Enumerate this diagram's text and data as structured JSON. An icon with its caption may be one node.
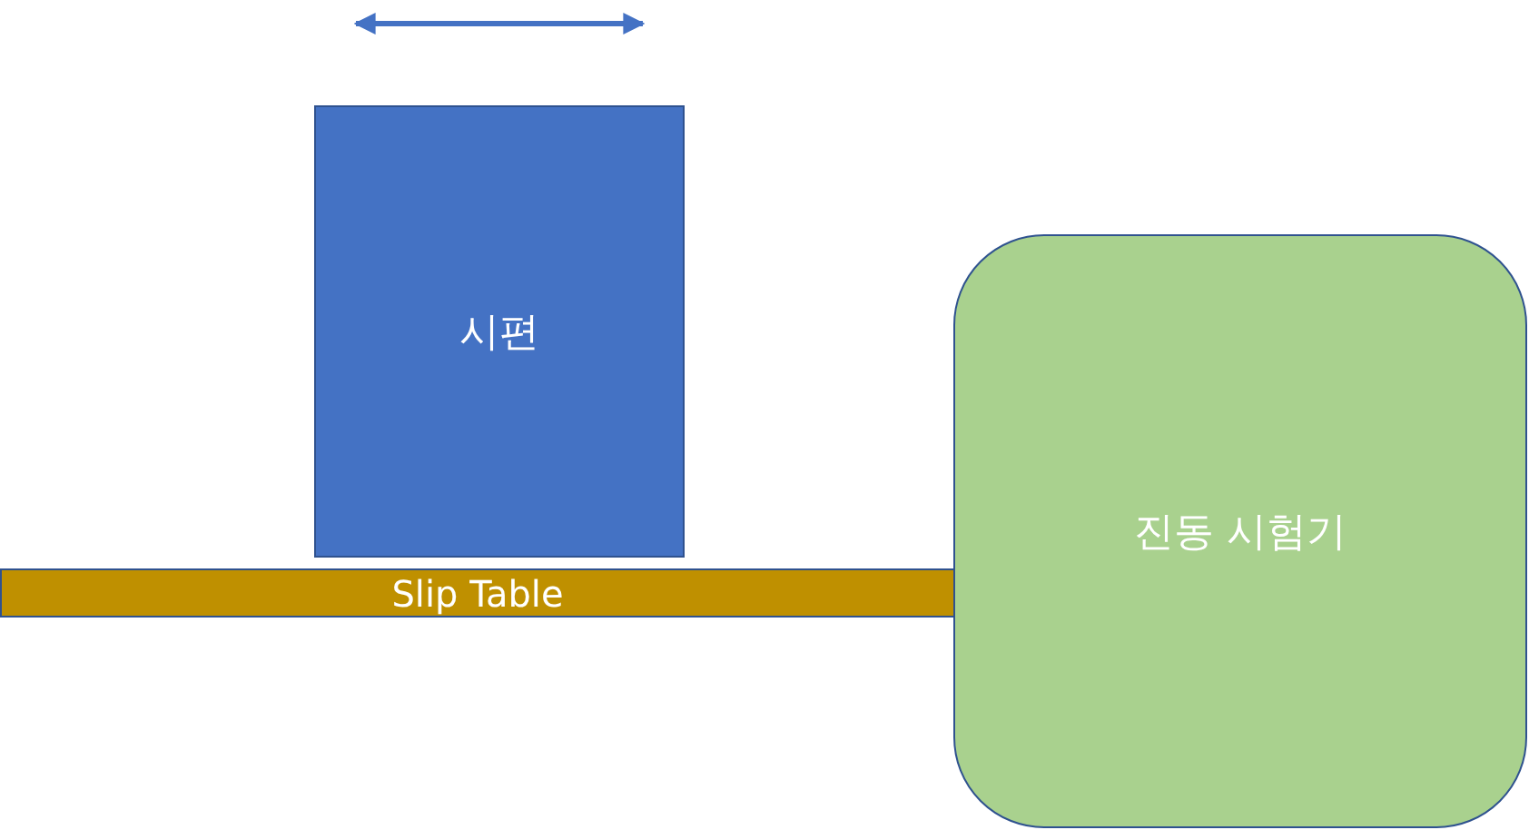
{
  "diagram": {
    "nodes": [
      {
        "text": [
          "시편"
        ]
      },
      {
        "text": [
          "Slip Table"
        ]
      },
      {
        "text": [
          "진동 시험기"
        ]
      }
    ]
  }
}
